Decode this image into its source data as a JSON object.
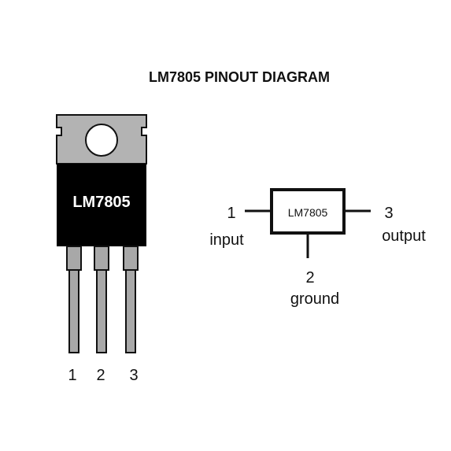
{
  "title": "LM7805 PINOUT DIAGRAM",
  "package": {
    "chip_label": "LM7805",
    "pins": [
      {
        "number": "1"
      },
      {
        "number": "2"
      },
      {
        "number": "3"
      }
    ]
  },
  "schematic": {
    "box_label": "LM7805",
    "pins": [
      {
        "number": "1",
        "name": "input"
      },
      {
        "number": "2",
        "name": "ground"
      },
      {
        "number": "3",
        "name": "output"
      }
    ]
  },
  "colors": {
    "ink": "#111111",
    "tab_gray": "#b3b3b3",
    "lead_gray": "#a8a8a8",
    "body_black": "#000000",
    "background": "#ffffff"
  }
}
